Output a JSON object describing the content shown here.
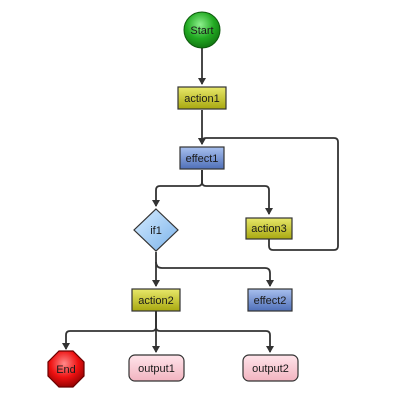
{
  "diagram": {
    "colors": {
      "start": "#22aa22",
      "end": "#ee1111",
      "action": "#c8c820",
      "effect": "#6a88cc",
      "decision": "#9ac8f0",
      "output": "#f7c4cc",
      "edge": "#333333"
    },
    "nodes": {
      "start": {
        "label": "Start",
        "kind": "start"
      },
      "action1": {
        "label": "action1",
        "kind": "action"
      },
      "effect1": {
        "label": "effect1",
        "kind": "effect"
      },
      "if1": {
        "label": "if1",
        "kind": "decision"
      },
      "action3": {
        "label": "action3",
        "kind": "action"
      },
      "action2": {
        "label": "action2",
        "kind": "action"
      },
      "effect2": {
        "label": "effect2",
        "kind": "effect"
      },
      "end": {
        "label": "End",
        "kind": "end"
      },
      "output1": {
        "label": "output1",
        "kind": "output"
      },
      "output2": {
        "label": "output2",
        "kind": "output"
      }
    },
    "edges": [
      {
        "from": "start",
        "to": "action1"
      },
      {
        "from": "action1",
        "to": "effect1"
      },
      {
        "from": "effect1",
        "to": "if1"
      },
      {
        "from": "effect1",
        "to": "action3"
      },
      {
        "from": "action3",
        "to": "effect1"
      },
      {
        "from": "if1",
        "to": "action2"
      },
      {
        "from": "if1",
        "to": "effect2"
      },
      {
        "from": "action2",
        "to": "end"
      },
      {
        "from": "action2",
        "to": "output1"
      },
      {
        "from": "action2",
        "to": "output2"
      }
    ]
  }
}
